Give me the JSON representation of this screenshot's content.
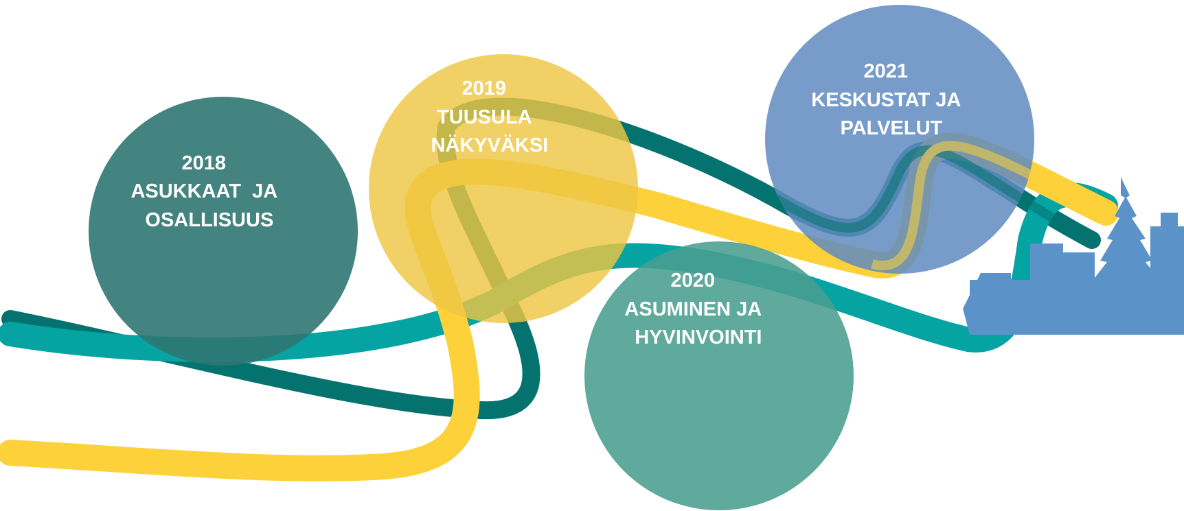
{
  "bubbles": [
    {
      "id": "2018",
      "lines": [
        "2018",
        "ASUKKAAT  JA",
        "OSALLISUUS"
      ],
      "color": "#2f7572",
      "opacity": 0.9
    },
    {
      "id": "2019",
      "lines": [
        "2019",
        "TUUSULA",
        "NÄKYVÄKSI"
      ],
      "color": "#eec643",
      "opacity": 0.82
    },
    {
      "id": "2020",
      "lines": [
        "2020",
        "ASUMINEN JA",
        "HYVINVOINTI"
      ],
      "color": "#499d8f",
      "opacity": 0.88
    },
    {
      "id": "2021",
      "lines": [
        "2021",
        "KESKUSTAT JA",
        "PALVELUT"
      ],
      "color": "#5f8bc0",
      "opacity": 0.85
    }
  ],
  "colors": {
    "ribbon_teal_dark": "#04736f",
    "ribbon_teal": "#06a3a3",
    "ribbon_yellow": "#fdd13a",
    "town": "#5b93c9"
  },
  "icons": [
    "town-silhouette-icon",
    "spruce-tree-icon",
    "house-icon"
  ]
}
